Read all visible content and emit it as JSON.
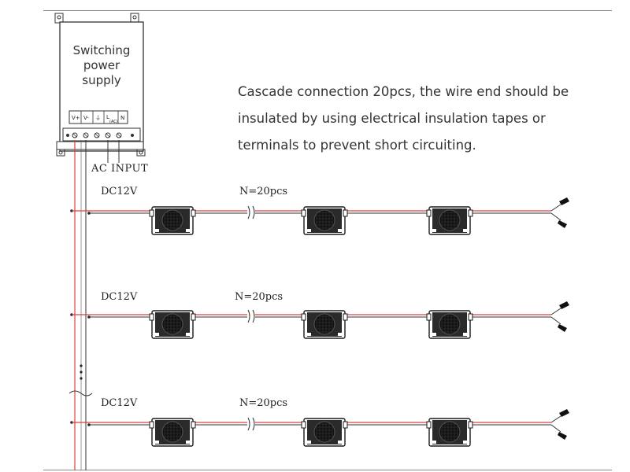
{
  "power_supply": {
    "title_lines": [
      "Switching",
      "power",
      "supply"
    ],
    "terminal_labels": [
      "V+",
      "V-",
      "⏚",
      "L",
      "N"
    ],
    "terminal_sublabel": "(AC)"
  },
  "note": {
    "lines": [
      "Cascade connection 20pcs, the wire end should be",
      "insulated by using electrical insulation tapes or",
      "terminals to prevent short circuiting."
    ]
  },
  "ac_input_label": "AC INPUT",
  "rows": [
    {
      "voltage": "DC12V",
      "count_label": "N=20pcs"
    },
    {
      "voltage": "DC12V",
      "count_label": "N=20pcs"
    },
    {
      "voltage": "DC12V",
      "count_label": "N=20pcs"
    }
  ],
  "colors": {
    "positive_wire": "#d94040",
    "negative_wire": "#333333",
    "module_body": "#1a1a1a",
    "outline": "#333333"
  }
}
